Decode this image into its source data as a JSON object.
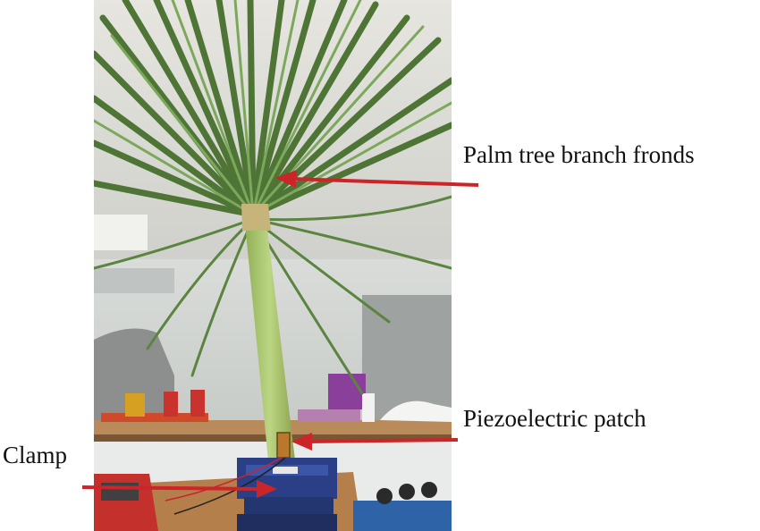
{
  "annotations": {
    "fronds": "Palm tree branch fronds",
    "patch": "Piezoelectric patch",
    "clamp": "Clamp"
  },
  "colors": {
    "arrow": "#cc2529",
    "frond_green": "#5f8a45",
    "stem_green": "#a9c56a",
    "clamp_blue": "#2b3f86",
    "ceiling": "#dcdcd6",
    "wall": "#e4e6e2"
  }
}
